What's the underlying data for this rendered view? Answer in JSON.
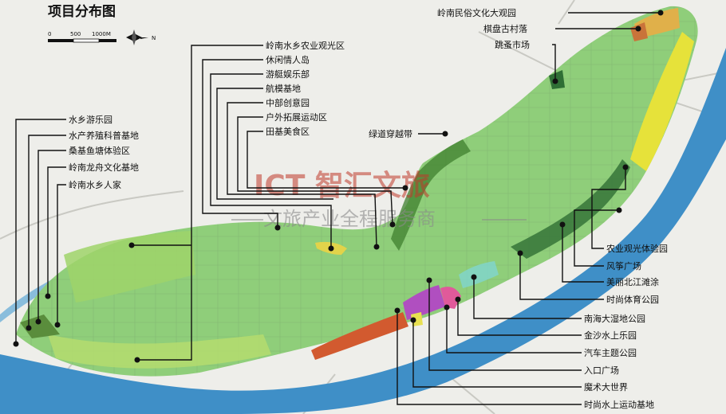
{
  "title": "项目分布图",
  "scale_bar": {
    "ticks": [
      "0",
      "500",
      "1000M"
    ],
    "north": "N"
  },
  "watermark": {
    "brand": "ICT 智汇文旅",
    "slogan": "文旅产业全程服务商"
  },
  "labels_top_center": [
    "岭南水乡农业观光区",
    "休闲情人岛",
    "游艇娱乐部",
    "航模基地",
    "中部创意园",
    "户外拓展运动区",
    "田基美食区"
  ],
  "labels_left": [
    "水乡游乐园",
    "水产养殖科普基地",
    "桑基鱼塘体验区",
    "岭南龙舟文化基地",
    "岭南水乡人家"
  ],
  "labels_top_right": [
    "岭南民俗文化大观园",
    "棋盘古村落",
    "跳蚤市场"
  ],
  "label_greenway": "绿道穿越带",
  "labels_right": [
    "农业观光体验园",
    "风筝广场",
    "美丽北江滩涂",
    "时尚体育公园"
  ],
  "labels_bottom_right": [
    "南海大湿地公园",
    "金沙水上乐园",
    "汽车主题公园",
    "入口广场",
    "魔术大世界",
    "时尚水上运动基地"
  ]
}
